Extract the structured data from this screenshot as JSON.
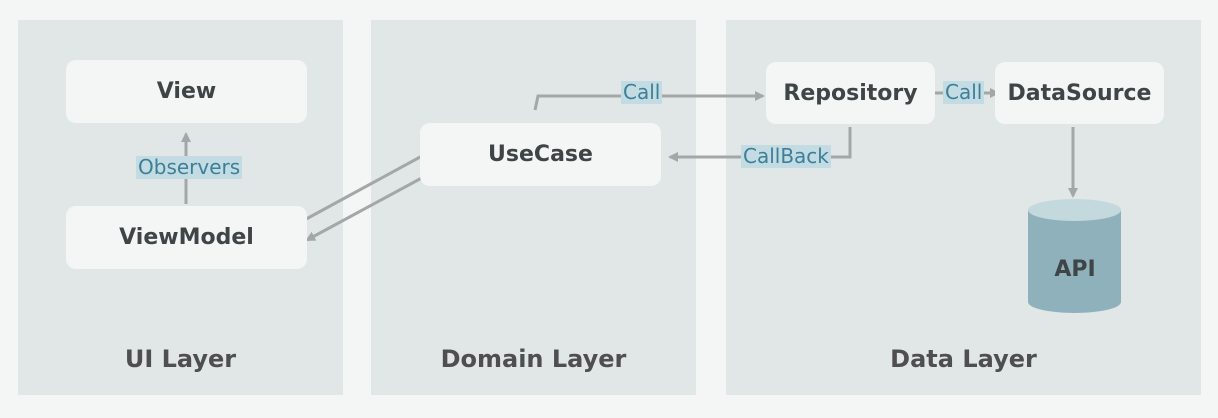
{
  "layers": {
    "ui": "UI Layer",
    "domain": "Domain Layer",
    "data": "Data Layer"
  },
  "nodes": {
    "view": "View",
    "viewmodel": "ViewModel",
    "usecase": "UseCase",
    "repository": "Repository",
    "datasource": "DataSource",
    "api": "API"
  },
  "edges": {
    "observers": "Observers",
    "call_usecase_repository": "Call",
    "call_repository_datasource": "Call",
    "callback": "CallBack"
  },
  "colors": {
    "panel": "#e1e7e7",
    "node": "#f4f6f6",
    "arrow": "#a3a7a7",
    "label_bg": "#c3dce4",
    "label_text": "#3d7f96",
    "database": "#8fb1bb"
  }
}
